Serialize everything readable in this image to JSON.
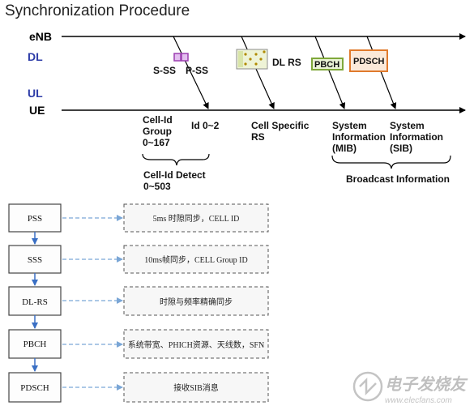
{
  "title": "Synchronization Procedure",
  "lanes": {
    "enb": "eNB",
    "dl": "DL",
    "ul": "UL",
    "ue": "UE"
  },
  "signals": {
    "sss": "S-SS",
    "pss": "P-SS",
    "dlrs": "DL RS",
    "pbch": "PBCH",
    "pdsch": "PDSCH"
  },
  "annotations": {
    "cellid_group": [
      "Cell-Id",
      "Group",
      "0~167"
    ],
    "id": "Id 0~2",
    "cell_specific": [
      "Cell Specific",
      "RS"
    ],
    "sysinfo_mib": [
      "System",
      "Information",
      "(MIB)"
    ],
    "sysinfo_sib": [
      "System",
      "Information",
      "(SIB)"
    ],
    "cellid_detect": [
      "Cell-Id Detect",
      "0~503"
    ],
    "broadcast": "Broadcast Information"
  },
  "steps": [
    {
      "name": "PSS",
      "desc": "5ms 时隙同步，CELL ID"
    },
    {
      "name": "SSS",
      "desc": "10ms帧同步，CELL Group ID"
    },
    {
      "name": "DL-RS",
      "desc": "时隙与频率精确同步"
    },
    {
      "name": "PBCH",
      "desc": "系统带宽、PHICH资源、天线数，SFN"
    },
    {
      "name": "PDSCH",
      "desc": "接收SIB消息"
    }
  ],
  "watermark": {
    "brand": "电子发烧友",
    "url": "www.elecfans.com"
  },
  "colors": {
    "lane_label": "#2e3da8",
    "pss_box": "#9c3fb0",
    "pbch_box": "#7fa83a",
    "pdsch_box": "#e07a2c",
    "flow_arrow": "#3a6fc4",
    "dashed_link": "#7aa6d6"
  }
}
